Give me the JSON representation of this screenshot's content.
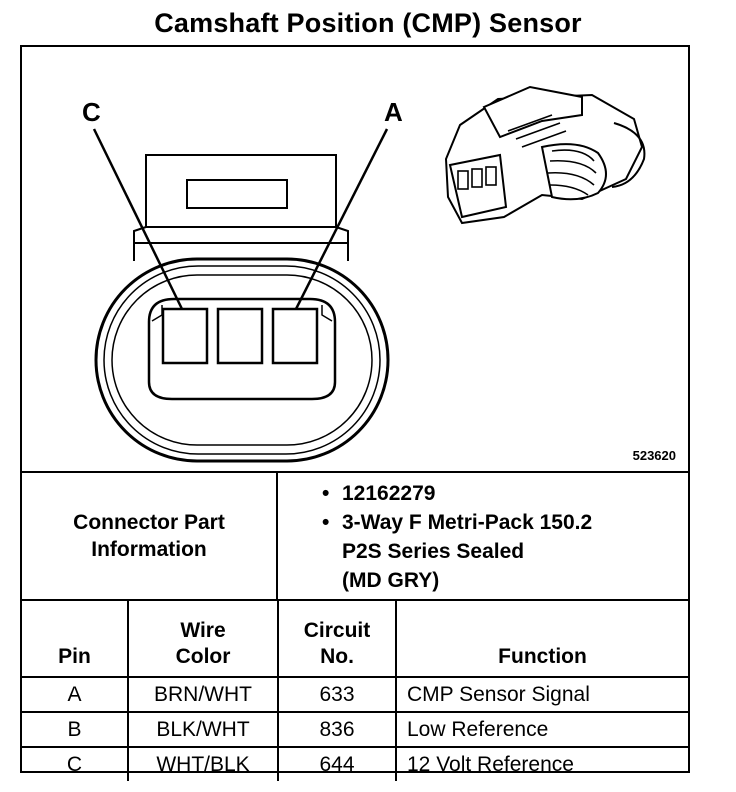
{
  "title": "Camshaft Position (CMP) Sensor",
  "diagram": {
    "callouts": [
      "C",
      "A"
    ],
    "figure_number": "523620"
  },
  "connector_info": {
    "label_lines": [
      "Connector Part",
      "Information"
    ],
    "items": [
      {
        "lines": [
          "12162279"
        ]
      },
      {
        "lines": [
          "3-Way F Metri-Pack 150.2",
          "P2S Series Sealed",
          "(MD GRY)"
        ]
      }
    ],
    "bullet_glyph": "•"
  },
  "table": {
    "headers": [
      [
        "Pin"
      ],
      [
        "Wire",
        "Color"
      ],
      [
        "Circuit",
        "No."
      ],
      [
        "Function"
      ]
    ],
    "rows": [
      [
        "A",
        "BRN/WHT",
        "633",
        "CMP Sensor Signal"
      ],
      [
        "B",
        "BLK/WHT",
        "836",
        "Low Reference"
      ],
      [
        "C",
        "WHT/BLK",
        "644",
        "12 Volt Reference"
      ]
    ]
  }
}
